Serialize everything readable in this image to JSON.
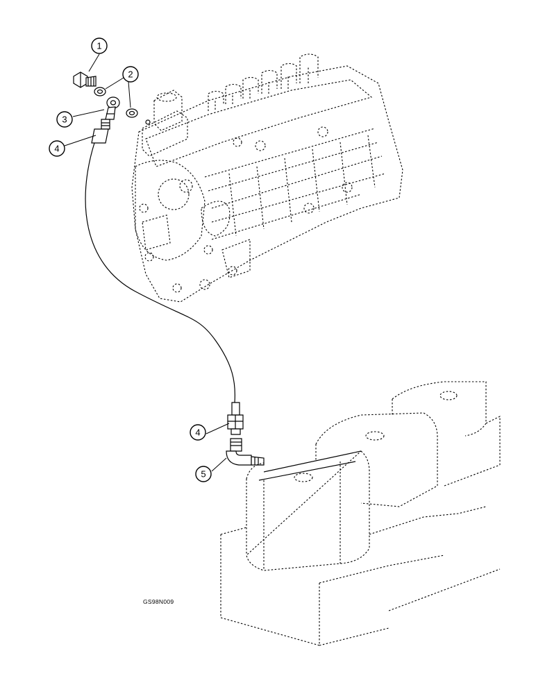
{
  "figure_code": "GS98N009",
  "callouts": [
    {
      "id": "1",
      "label": "1"
    },
    {
      "id": "2",
      "label": "2"
    },
    {
      "id": "3",
      "label": "3"
    },
    {
      "id": "4a",
      "label": "4"
    },
    {
      "id": "4b",
      "label": "4"
    },
    {
      "id": "5",
      "label": "5"
    }
  ]
}
